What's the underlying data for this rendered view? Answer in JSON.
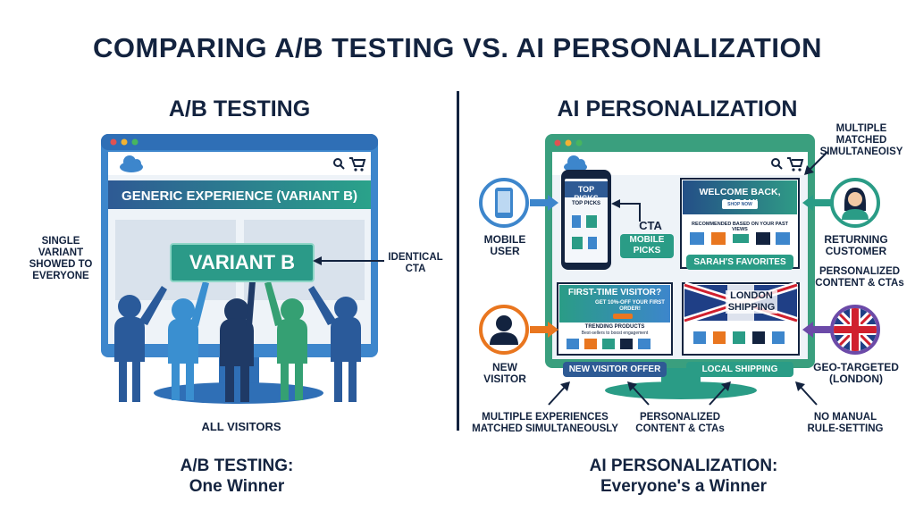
{
  "title": "COMPARING A/B TESTING VS. AI PERSONALIZATION",
  "ab": {
    "heading": "A/B TESTING",
    "banner": "GENERIC EXPERIENCE (VARIANT B)",
    "button": "VARIANT B",
    "left_note": "SINGLE VARIANT SHOWED TO EVERYONE",
    "right_note": "IDENTICAL CTA",
    "visitors": "ALL VISITORS",
    "footer_line1": "A/B TESTING:",
    "footer_line2": "One Winner"
  },
  "ai": {
    "heading": "AI PERSONALIZATION",
    "top_picks": "TOP PICKS",
    "top_picks_small": "TOP PICKS",
    "cta": "CTA",
    "mobile_picks": "MOBILE PICKS",
    "mobile_user": "MOBILE USER",
    "welcome": "WELCOME BACK, SARAH!",
    "shop_now": "SHOP NOW",
    "recommended": "RECOMMENDED BASED ON YOUR PAST VIEWS",
    "favorites": "SARAH'S FAVORITES",
    "multiple_note": "MULTIPLE MATCHED SIMULTANEOISY",
    "returning": "RETURNING CUSTOMER",
    "personalized_note": "PERSONALIZED CONTENT & CTAs",
    "first_time": "FIRST-TIME VISITOR?",
    "first_offer": "GET 10%-OFF YOUR FIRST ORDER!",
    "trending": "TRENDING PRODUCTS",
    "trending_sub": "Best-sellers to boost engagement",
    "new_offer": "NEW VISITOR OFFER",
    "new_visitor": "NEW VISITOR",
    "london": "LONDON SHIPPING",
    "local": "LOCAL SHIPPING",
    "geo": "GEO-TARGETED (LONDON)",
    "bottom_left": "MULTIPLE EXPERIENCES MATCHED SIMULTANEOUSLY",
    "bottom_mid": "PERSONALIZED CONTENT & CTAs",
    "bottom_right": "NO MANUAL RULE-SETTING",
    "footer_line1": "AI PERSONALIZATION:",
    "footer_line2": "Everyone's a Winner"
  },
  "colors": {
    "navy": "#13233f",
    "blue": "#3d86cc",
    "teal": "#2a9c86",
    "green": "#3fae6b",
    "orange": "#e9761f",
    "purple": "#6c4aa8"
  },
  "icons": [
    "cloud-icon",
    "search-icon",
    "cart-icon",
    "phone-icon",
    "woman-icon",
    "person-icon",
    "uk-flag-icon"
  ]
}
